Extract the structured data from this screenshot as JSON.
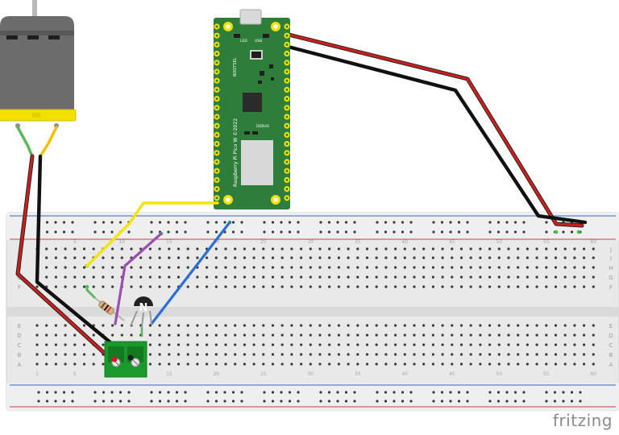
{
  "board": {
    "silk_top_labels": [
      "LED",
      "USB"
    ],
    "bootsel_label": "BOOTSEL",
    "debug_label": "DEBUG",
    "model_label": "Raspberry Pi Pico W ©2022"
  },
  "transistor": {
    "marking": "N"
  },
  "breadboard": {
    "row_letters_top": [
      "J",
      "I",
      "H",
      "G",
      "F"
    ],
    "row_letters_bottom": [
      "E",
      "D",
      "C",
      "B",
      "A"
    ],
    "column_numbers": [
      "1",
      "5",
      "10",
      "15",
      "20",
      "25",
      "30",
      "35",
      "40",
      "45",
      "50",
      "55",
      "60"
    ]
  },
  "watermark": "fritzing",
  "colors": {
    "wire_red": "#c8201e",
    "wire_black": "#1e1e1e",
    "wire_yellow": "#f2e600",
    "wire_blue": "#2a6fd6",
    "wire_purple": "#9b4fb0",
    "wire_green": "#5cb85c",
    "board_green": "#2e7d3a",
    "terminal_green": "#1a9a2c",
    "motor_gray": "#6c6c6c",
    "motor_cap": "#f3e000"
  }
}
